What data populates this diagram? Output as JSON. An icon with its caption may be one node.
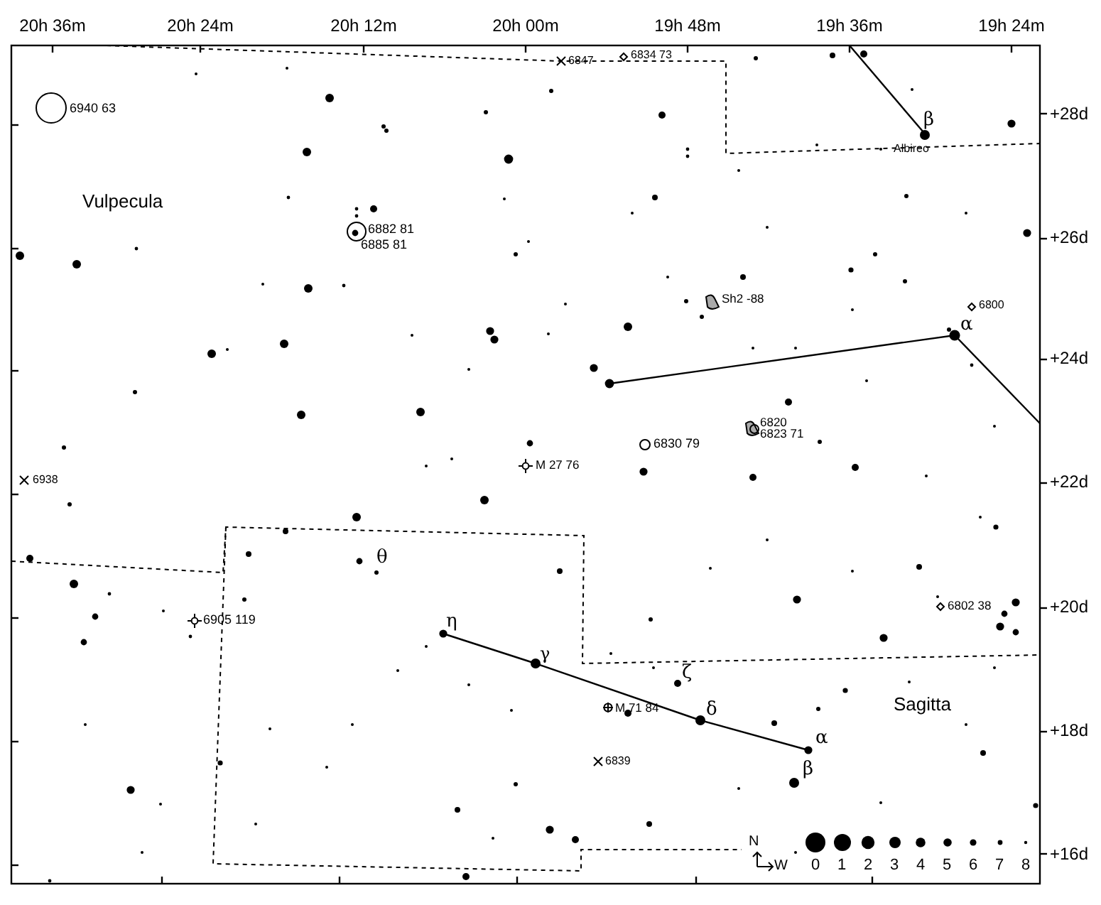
{
  "diagram": {
    "labels": [
      "20h 36m",
      "20h 24m",
      "20h 12m",
      "20h 00m",
      "19h 48m",
      "19h 36m",
      "19h 24m",
      "6847",
      "6834 73",
      "6940 63",
      "+28d",
      "β",
      "Albireo",
      "Vulpecula",
      "6882 81",
      "6885 81",
      "+26d",
      "Sh2 -88",
      "6800",
      "α",
      "+24d",
      "6820",
      "6823 71",
      "6830 79",
      "M 27 76",
      "6938",
      "+22d",
      "θ",
      "6905 119",
      "6802 38",
      "+20d",
      "η",
      "γ",
      "ζ",
      "M 71 84",
      "δ",
      "Sagitta",
      "α",
      "+18d",
      "6839",
      "β",
      "N",
      "W",
      "+16d"
    ],
    "legend": [
      {
        "text": "0"
      },
      {
        "text": "1"
      },
      {
        "text": "2"
      },
      {
        "text": "3"
      },
      {
        "text": "4"
      },
      {
        "text": "5"
      },
      {
        "text": "6"
      },
      {
        "text": "7"
      },
      {
        "text": "8"
      }
    ]
  }
}
